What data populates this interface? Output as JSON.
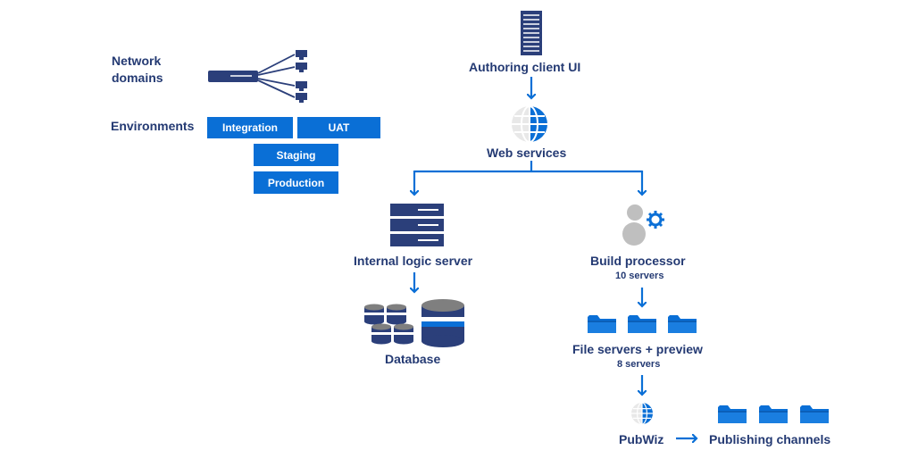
{
  "colors": {
    "primary": "#0a6fd6",
    "dark": "#2b3f7a",
    "text": "#243a73",
    "gray": "#bfbfbf"
  },
  "legend": {
    "network_domains_line1": "Network",
    "network_domains_line2": "domains",
    "environments_label": "Environments",
    "env_integration": "Integration",
    "env_uat": "UAT",
    "env_staging": "Staging",
    "env_production": "Production"
  },
  "nodes": {
    "authoring_client": "Authoring client UI",
    "web_services": "Web services",
    "internal_logic_server": "Internal logic server",
    "database": "Database",
    "build_processor": "Build processor",
    "build_processor_count": "10 servers",
    "file_servers": "File servers + preview",
    "file_servers_count": "8 servers",
    "pubwiz": "PubWiz",
    "publishing_channels": "Publishing channels"
  },
  "icons": [
    "server-rack-icon",
    "globe-icon",
    "server-stack-icon",
    "gears-icon",
    "database-icon",
    "folder-icon",
    "network-hub-icon"
  ]
}
